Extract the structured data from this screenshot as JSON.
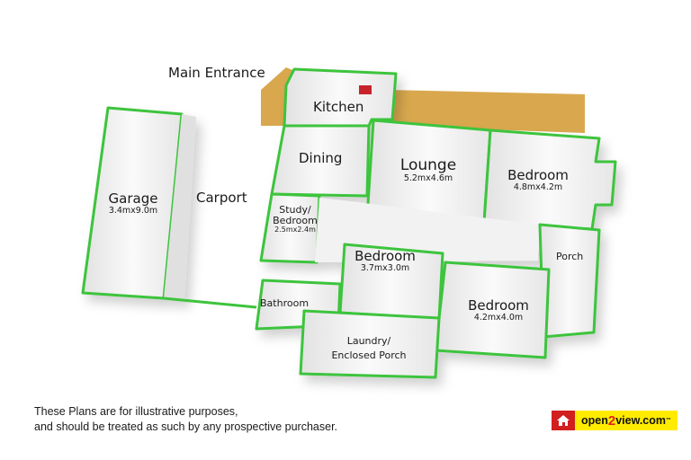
{
  "title": "Main Entrance",
  "rooms": {
    "kitchen": {
      "name": "Kitchen"
    },
    "dining": {
      "name": "Dining"
    },
    "lounge": {
      "name": "Lounge",
      "dims": "5.2mx4.6m"
    },
    "bedroom_ne": {
      "name": "Bedroom",
      "dims": "4.8mx4.2m"
    },
    "garage": {
      "name": "Garage",
      "dims": "3.4mx9.0m"
    },
    "carport": {
      "name": "Carport"
    },
    "study_line1": "Study/",
    "study_line2": "Bedroom",
    "study_dims": "2.5mx2.4m",
    "bedroom_mid": {
      "name": "Bedroom",
      "dims": "3.7mx3.0m"
    },
    "porch": {
      "name": "Porch"
    },
    "bathroom": {
      "name": "Bathroom"
    },
    "bedroom_se": {
      "name": "Bedroom",
      "dims": "4.2mx4.0m"
    },
    "laundry_line1": "Laundry/",
    "laundry_line2": "Enclosed Porch"
  },
  "disclaimer": {
    "line1": "These Plans are for illustrative purposes,",
    "line2": "and should be treated as such by any prospective purchaser."
  },
  "logo": {
    "pre": "open",
    "two": "2",
    "post": "view.com",
    "tm": "™"
  },
  "colors": {
    "wall_outline": "#3cc43c",
    "deck": "#d9a84e",
    "floor": "#f4f4f4",
    "logo_yellow": "#ffeb00",
    "logo_red": "#d21f1f"
  }
}
